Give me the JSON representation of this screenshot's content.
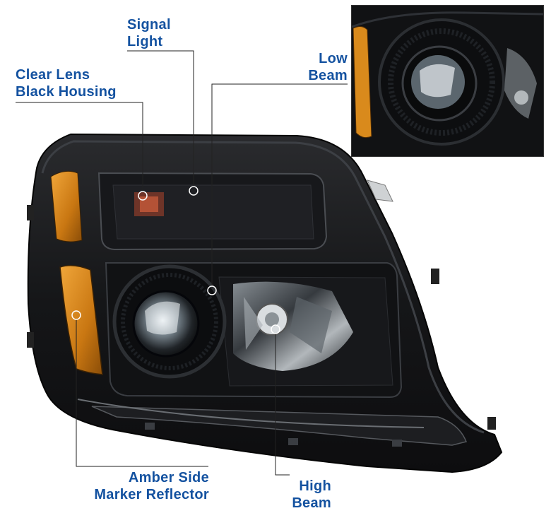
{
  "labels": {
    "signal_light": [
      "Signal",
      "Light"
    ],
    "clear_lens": [
      "Clear Lens",
      "Black Housing"
    ],
    "low_beam": [
      "Low",
      "Beam"
    ],
    "amber_side": [
      "Amber Side",
      "Marker Reflector"
    ],
    "high_beam": [
      "High",
      "Beam"
    ]
  },
  "colors": {
    "label_text": "#1452a0",
    "housing": "#141416",
    "amber": "#d98a1c",
    "leader_line": "#222222"
  }
}
